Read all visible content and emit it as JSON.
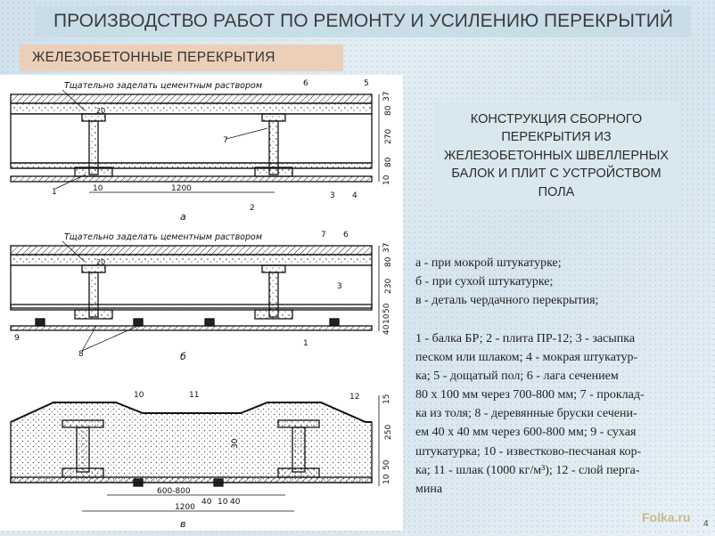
{
  "slide": {
    "title": "ПРОИЗВОДСТВО РАБОТ ПО РЕМОНТУ И УСИЛЕНИЮ ПЕРЕКРЫТИЙ",
    "subtitle": "ЖЕЛЕЗОБЕТОННЫЕ  ПЕРЕКРЫТИЯ",
    "caption": "КОНСТРУКЦИЯ СБОРНОГО ПЕРЕКРЫТИЯ ИЗ ЖЕЛЕЗОБЕТОННЫХ ШВЕЛЛЕРНЫХ БАЛОК И ПЛИТ С УСТРОЙСТВОМ ПОЛА",
    "legend": [
      "а - при мокрой штукатурке;",
      "б - при сухой штукатурке;",
      "в - деталь чердачного перекрытия;"
    ],
    "key_lines": [
      "1 - балка БР; 2 - плита ПР-12; 3 - засыпка",
      "песком или шлаком; 4 - мокрая штукатур-",
      "ка; 5 - дощатый пол; 6 - лага сечением",
      "80 х 100 мм через 700-800 мм; 7 - проклад-",
      "ка из толя; 8 - деревянные бруски сечени-",
      "ем 40 х 40 мм через 600-800 мм; 9 - сухая",
      "штукатурка; 10 - известково-песчаная кор-",
      "ка; 11 - шлак (1000 кг/м³); 12 - слой перга-",
      "мина"
    ],
    "watermark": "Folka.ru",
    "page_number": "4"
  },
  "drawing": {
    "note_a": "Тщательно заделать цементным раствором",
    "note_b": "Тщательно заделать цементным раствором",
    "fig_a": "а",
    "fig_b": "б",
    "fig_c": "в",
    "dims_a": {
      "d37": "37",
      "d80": "80",
      "d270": "270",
      "d80b": "80",
      "d10": "10",
      "span": "1200",
      "gap": "10",
      "joint": "20"
    },
    "dims_b": {
      "d37": "37",
      "d80": "80",
      "d230": "230",
      "d50": "50",
      "d10": "10",
      "d40": "40",
      "joint": "20"
    },
    "dims_c": {
      "d15": "15",
      "d250": "250",
      "d50": "50",
      "d10": "10",
      "d30": "30",
      "span": "1200",
      "spacing": "600-800",
      "d40": "40",
      "d10b": "10",
      "d40b": "40"
    },
    "labels_a": {
      "l1": "1",
      "l2": "2",
      "l3": "3",
      "l4": "4",
      "l5": "5",
      "l6": "6",
      "l7": "7"
    },
    "labels_b": {
      "l1": "1",
      "l3": "3",
      "l6": "6",
      "l7": "7",
      "l8": "8",
      "l9": "9"
    },
    "labels_c": {
      "l10": "10",
      "l11": "11",
      "l12": "12"
    }
  }
}
